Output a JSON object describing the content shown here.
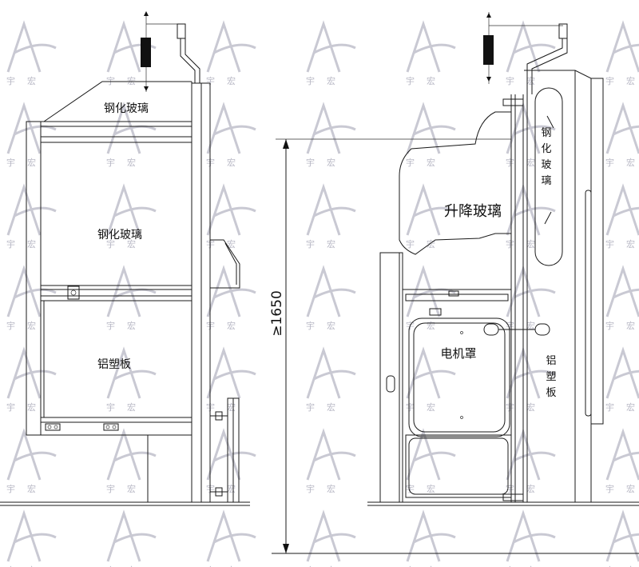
{
  "watermark": {
    "text_a": "宏",
    "text_b": "宇",
    "color": "#c9c9d3"
  },
  "left_view": {
    "label_top_glass": "钢化玻璃",
    "label_middle_glass": "钢化玻璃",
    "label_bottom_panel": "铝塑板"
  },
  "dimension": {
    "label": "≥1650"
  },
  "right_view": {
    "label_lift_glass": "升降玻璃",
    "label_motor_cover": "电机罩",
    "label_tempered_glass": "钢\n化\n玻\n璃",
    "label_aluminum_panel": "铝\n塑\n板"
  }
}
